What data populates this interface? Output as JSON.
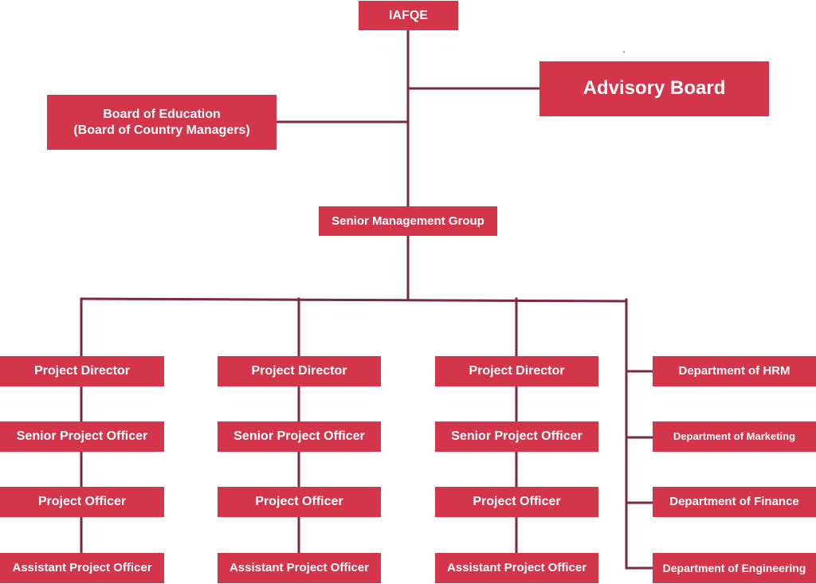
{
  "colors": {
    "box_fill": "#d3354b",
    "box_text": "#ffffff",
    "connector": "#7a2a3c"
  },
  "org": {
    "root": "IAFQE",
    "advisory_board": "Advisory Board",
    "board_of_education": "Board of Education\n(Board of Country Managers)",
    "senior_management": "Senior Management Group",
    "project_columns": [
      {
        "director": "Project Director",
        "senior_officer": "Senior Project Officer",
        "officer": "Project Officer",
        "assistant": "Assistant Project Officer"
      },
      {
        "director": "Project Director",
        "senior_officer": "Senior Project Officer",
        "officer": "Project Officer",
        "assistant": "Assistant Project Officer"
      },
      {
        "director": "Project Director",
        "senior_officer": "Senior Project Officer",
        "officer": "Project Officer",
        "assistant": "Assistant Project Officer"
      }
    ],
    "departments": [
      "Department of HRM",
      "Department of Marketing",
      "Department of Finance",
      "Department of Engineering"
    ]
  }
}
